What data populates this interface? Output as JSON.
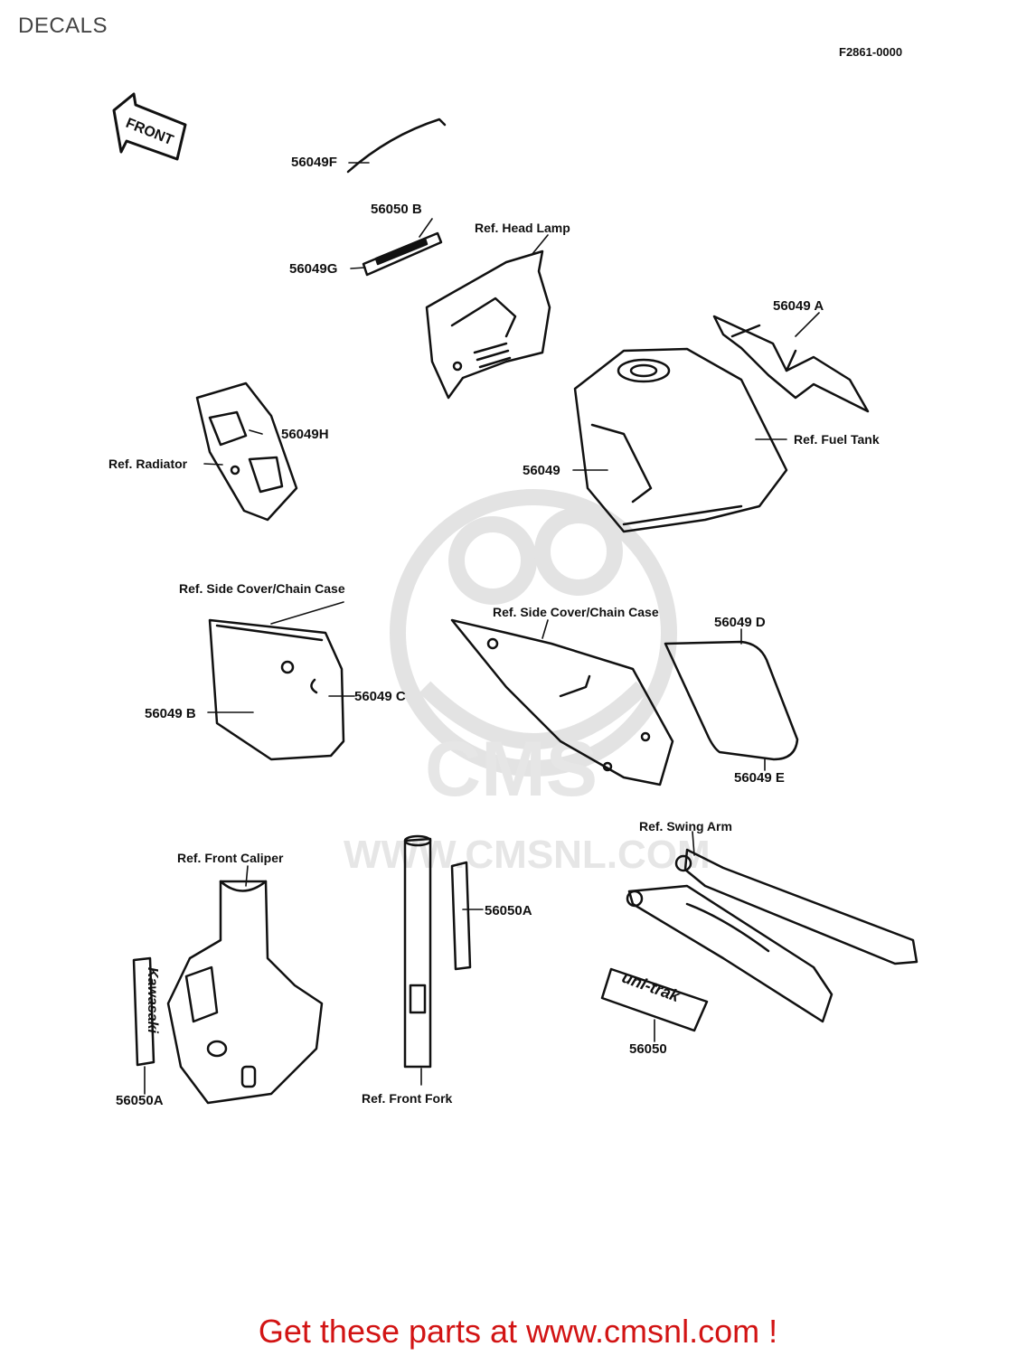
{
  "title": "DECALS",
  "figure_code": "F2861-0000",
  "front_arrow": "FRONT",
  "watermark": {
    "brand": "CMS",
    "url": "WWW.CMSNL.COM"
  },
  "part_labels": {
    "p56049F": "56049F",
    "p56050B": "56050 B",
    "p56049G": "56049G",
    "p56049A": "56049 A",
    "p56049H": "56049H",
    "p56049": "56049",
    "p56049D": "56049 D",
    "p56049B": "56049 B",
    "p56049C": "56049 C",
    "p56049E": "56049 E",
    "p56050A_fork": "56050A",
    "p56050": "56050",
    "p56050A_caliper": "56050A"
  },
  "reference_labels": {
    "head_lamp": "Ref. Head Lamp",
    "radiator": "Ref. Radiator",
    "fuel_tank": "Ref. Fuel Tank",
    "side_cover_left": "Ref. Side Cover/Chain Case",
    "side_cover_right": "Ref. Side Cover/Chain Case",
    "swing_arm": "Ref. Swing Arm",
    "front_caliper": "Ref. Front Caliper",
    "front_fork": "Ref. Front Fork"
  },
  "decal_text": {
    "kawasaki": "Kawasaki",
    "uni_trak": "uni-trak"
  },
  "footer": "Get these parts at www.cmsnl.com !",
  "colors": {
    "footer": "#d21414",
    "watermark": "#e3e3e3",
    "ink": "#111111"
  }
}
